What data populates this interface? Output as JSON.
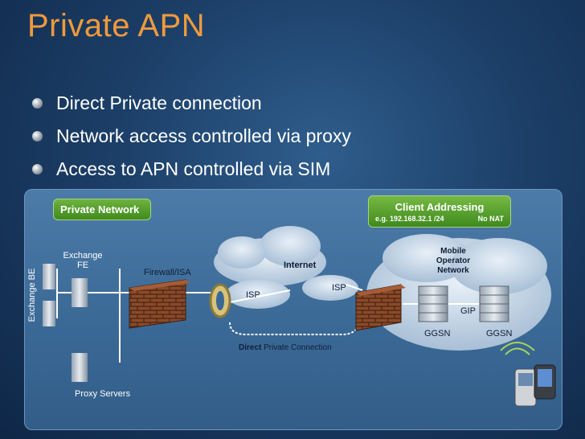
{
  "title": "Private APN",
  "bullets": [
    "Direct Private connection",
    "Network access controlled via proxy",
    "Access to APN controlled via SIM"
  ],
  "diagram": {
    "private_network_label": "Private Network",
    "client_addressing": {
      "title": "Client Addressing",
      "example": "e.g. 192.168.32.1 /24",
      "nat": "No NAT"
    },
    "exchange_be": "Exchange BE",
    "exchange_fe": [
      "Exchange",
      "FE"
    ],
    "firewall": "Firewall/ISA",
    "internet": "Internet",
    "isp_left": "ISP",
    "isp_right": "ISP",
    "mobile_operator": [
      "Mobile",
      "Operator",
      "Network"
    ],
    "gip": "GIP",
    "ggsn_left": "GGSN",
    "ggsn_right": "GGSN",
    "direct_word": "Direct",
    "connection_rest": "Private Connection",
    "proxy_servers": "Proxy Servers"
  },
  "colors": {
    "title": "#f09a3c",
    "label_green": "#5ea333",
    "brick": "#8a4a2a"
  }
}
